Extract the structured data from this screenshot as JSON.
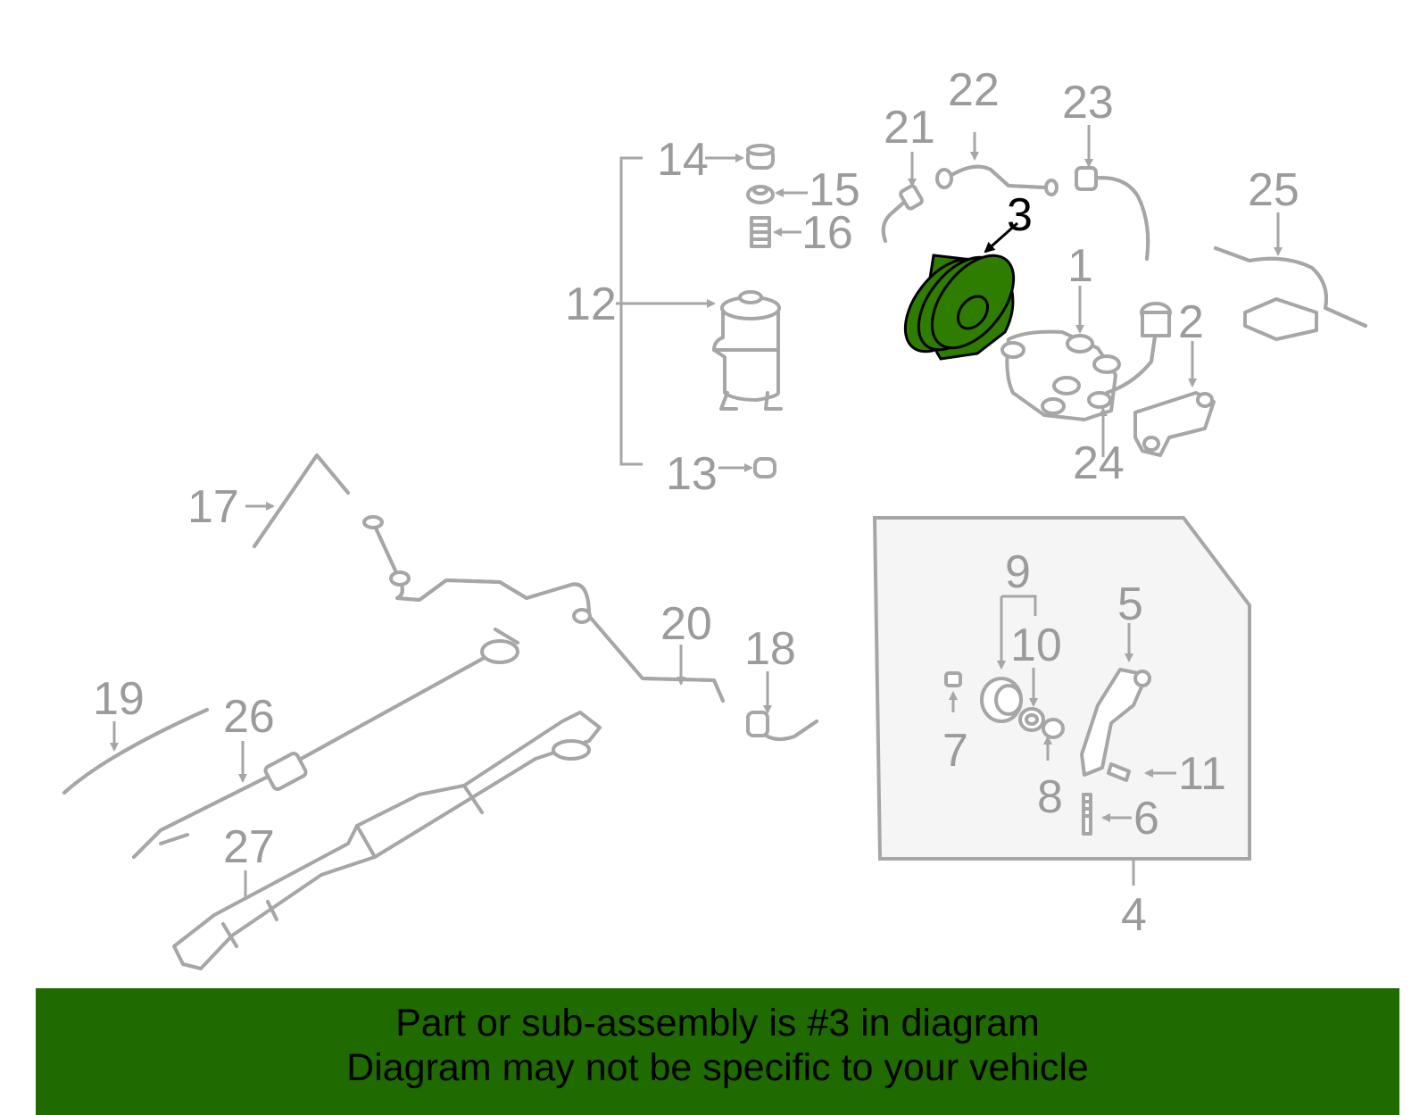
{
  "diagram": {
    "callouts": [
      "1",
      "2",
      "3",
      "4",
      "5",
      "6",
      "7",
      "8",
      "9",
      "10",
      "11",
      "12",
      "13",
      "14",
      "15",
      "16",
      "17",
      "18",
      "19",
      "20",
      "21",
      "22",
      "23",
      "24",
      "25",
      "26",
      "27"
    ],
    "highlighted_part": "3",
    "highlight_color": "#2e7d00",
    "line_color": "#a6a6a6"
  },
  "banner": {
    "line1": "Part or sub-assembly is #3 in diagram",
    "line2": "Diagram may not be specific to your vehicle",
    "background": "#1f6b00"
  }
}
